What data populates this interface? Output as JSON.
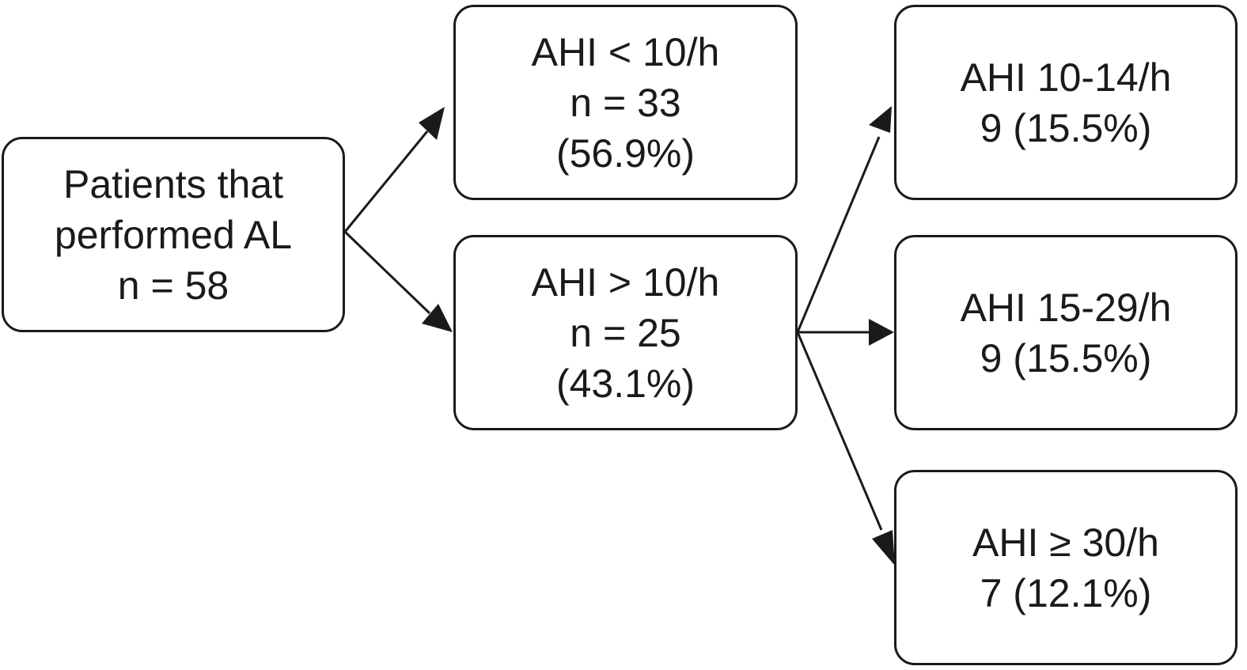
{
  "diagram": {
    "root": {
      "line1": "Patients that",
      "line2": "performed AL",
      "line3": "n = 58"
    },
    "below_threshold": {
      "line1": "AHI < 10/h",
      "line2": "n = 33",
      "line3": "(56.9%)"
    },
    "above_threshold": {
      "line1": "AHI > 10/h",
      "line2": "n = 25",
      "line3": "(43.1%)"
    },
    "mild": {
      "line1": "AHI 10-14/h",
      "line2": "9 (15.5%)"
    },
    "moderate": {
      "line1": "AHI 15-29/h",
      "line2": "9 (15.5%)"
    },
    "severe": {
      "line1": "AHI ≥ 30/h",
      "line2": "7 (12.1%)"
    }
  }
}
